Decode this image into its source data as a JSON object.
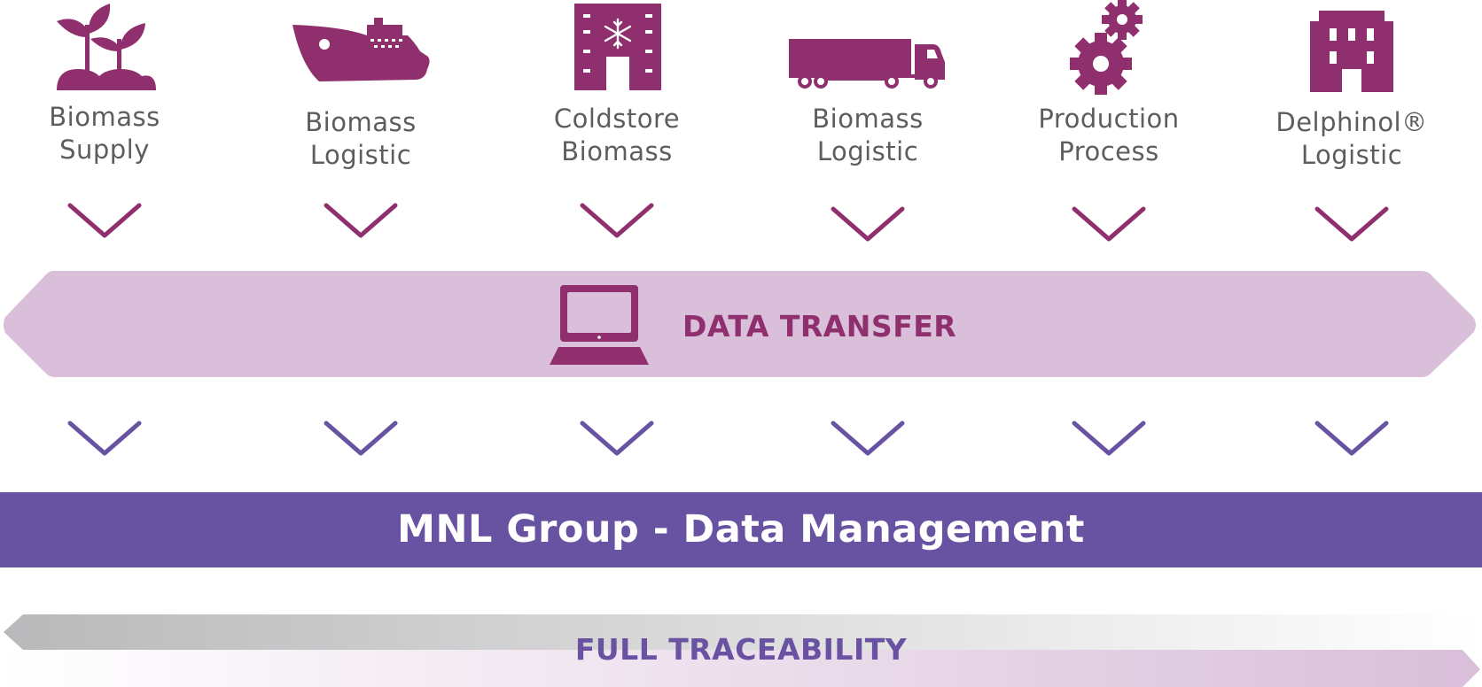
{
  "colors": {
    "primary": "#8f2f6e",
    "band": "#d9bfd9",
    "management": "#6753a2",
    "chevron_bottom": "#6753a2",
    "label_text": "#5d5d5d"
  },
  "stages": [
    {
      "icon": "plant-sprouts-icon",
      "label": "Biomass\nSupply"
    },
    {
      "icon": "cargo-ship-icon",
      "label": "Biomass\nLogistic"
    },
    {
      "icon": "coldstore-building-icon",
      "label": "Coldstore\nBiomass"
    },
    {
      "icon": "truck-trailer-icon",
      "label": "Biomass\nLogistic"
    },
    {
      "icon": "gears-icon",
      "label": "Production\nProcess"
    },
    {
      "icon": "factory-building-icon",
      "label": "Delphinol®\nLogistic"
    }
  ],
  "data_transfer": {
    "icon": "laptop-icon",
    "label": "DATA TRANSFER"
  },
  "management": {
    "label": "MNL Group - Data Management"
  },
  "traceability": {
    "label": "FULL TRACEABILITY"
  }
}
